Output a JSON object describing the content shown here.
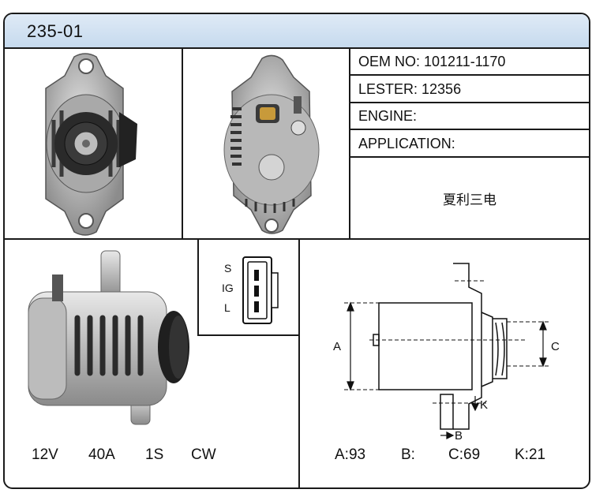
{
  "title": "235-01",
  "specs": {
    "oem": "OEM NO: 101211-1170",
    "lester": "LESTER: 12356",
    "engine": "ENGINE:",
    "application": "APPLICATION:",
    "application_value": "夏利三电"
  },
  "connector": {
    "pins": [
      "S",
      "IG",
      "L"
    ]
  },
  "ratings": {
    "voltage": "12V",
    "amperage": "40A",
    "pulley": "1S",
    "rotation": "CW"
  },
  "dimension_labels": {
    "a": "A",
    "b": "B",
    "c": "C",
    "k": "K"
  },
  "dimensions": {
    "a": "A:93",
    "b": "B:",
    "c": "C:69",
    "k": "K:21"
  }
}
